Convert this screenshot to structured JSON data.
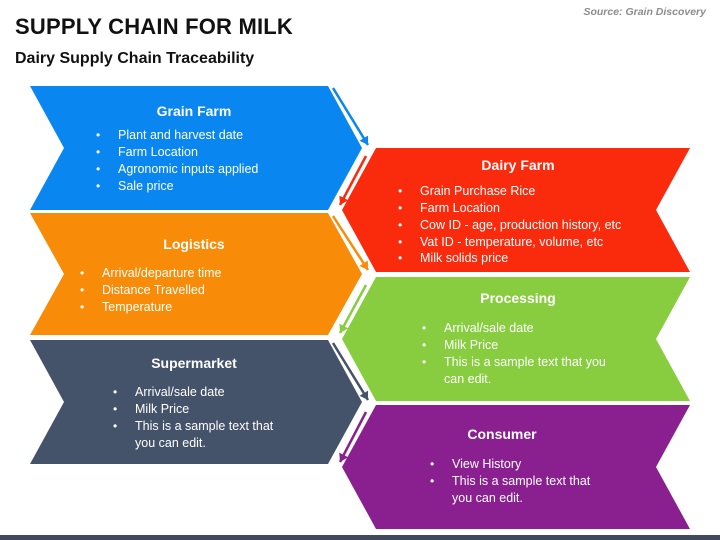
{
  "header": {
    "title": "SUPPLY CHAIN FOR MILK",
    "subtitle": "Dairy Supply Chain Traceability",
    "source": "Source: Grain Discovery"
  },
  "colors": {
    "grain_farm": "#0a86f0",
    "dairy_farm": "#fa2a0c",
    "logistics": "#f88c08",
    "processing": "#88cc40",
    "supermarket": "#44526a",
    "consumer": "#8a2090"
  },
  "boxes": [
    {
      "key": "grain_farm",
      "title": "Grain Farm",
      "items": [
        "Plant and harvest date",
        "Farm Location",
        "Agronomic inputs applied",
        "Sale price"
      ]
    },
    {
      "key": "dairy_farm",
      "title": "Dairy Farm",
      "items": [
        "Grain Purchase Rice",
        "Farm Location",
        "Cow ID - age, production history, etc",
        "Vat ID - temperature, volume, etc",
        "Milk solids price"
      ]
    },
    {
      "key": "logistics",
      "title": "Logistics",
      "items": [
        "Arrival/departure time",
        "Distance Travelled",
        "Temperature"
      ]
    },
    {
      "key": "processing",
      "title": "Processing",
      "items": [
        "Arrival/sale date",
        "Milk Price",
        "This is a sample text that you",
        "can edit."
      ]
    },
    {
      "key": "supermarket",
      "title": "Supermarket",
      "items": [
        "Arrival/sale date",
        "Milk Price",
        "This is a sample text that",
        "you can edit."
      ]
    },
    {
      "key": "consumer",
      "title": "Consumer",
      "items": [
        "View History",
        "This is a sample text that",
        "you can edit."
      ]
    }
  ]
}
